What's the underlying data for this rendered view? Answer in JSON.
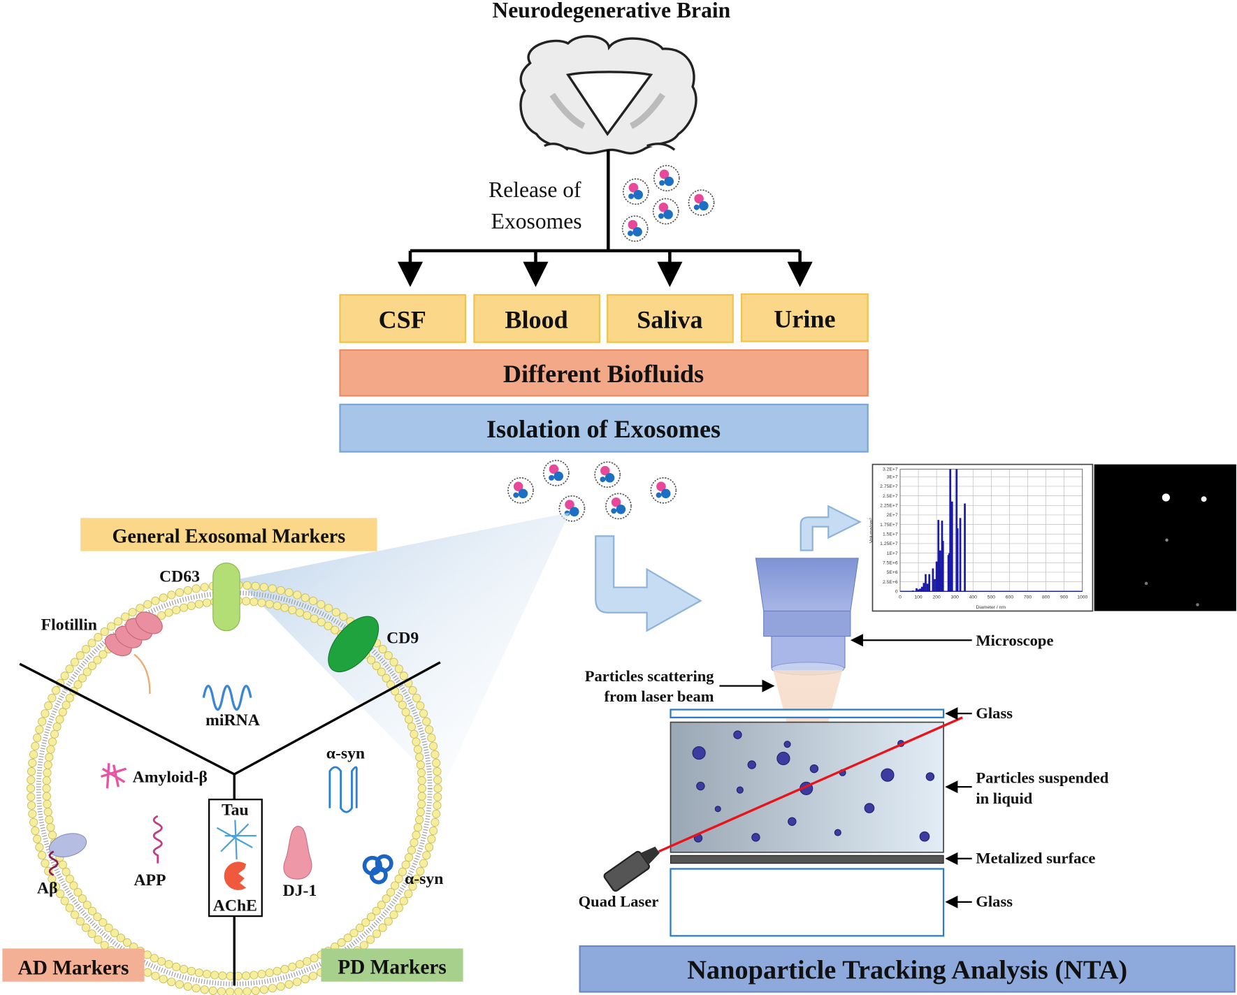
{
  "title": "Neurodegenerative Brain",
  "release_label": [
    "Release of",
    "Exosomes"
  ],
  "biofluids": [
    "CSF",
    "Blood",
    "Saliva",
    "Urine"
  ],
  "different_biofluids": "Different Biofluids",
  "isolation": "Isolation of Exosomes",
  "markers": {
    "general": "General Exosomal Markers",
    "ad": "AD Markers",
    "pd": "PD Markers",
    "labels": {
      "cd63": "CD63",
      "flotillin": "Flotillin",
      "cd9": "CD9",
      "mirna": "miRNA",
      "amyloid": "Amyloid-β",
      "app": "APP",
      "abeta": "Aβ",
      "tau": "Tau",
      "ache": "AChE",
      "dj1": "DJ-1",
      "asyn_inner": "α-syn",
      "asyn_membrane": "α-syn"
    }
  },
  "nta": {
    "title": "Nanoparticle Tracking Analysis (NTA)",
    "microscope": "Microscope",
    "scattering": [
      "Particles scattering",
      "from laser beam"
    ],
    "glass_top": "Glass",
    "suspended": [
      "Particles suspended",
      "in liquid"
    ],
    "metalized": "Metalized  surface",
    "glass_bottom": "Glass",
    "laser": "Quad Laser"
  },
  "colors": {
    "biofluid_box": "#fbd889",
    "biofluids_bar": "#f3a987",
    "isolation_bar": "#a6c5e9",
    "ad": "#f4b094",
    "pd": "#a8d08d",
    "laser": "#e8141a",
    "histogram": "#1a1aa6"
  },
  "chart_data": {
    "type": "bar",
    "xlabel": "Diameter / nm",
    "ylabel": "Volume/nm³",
    "xlim": [
      0,
      1000
    ],
    "ylim": [
      0,
      32000000
    ],
    "x_ticks": [
      "0",
      "100",
      "200",
      "300",
      "400",
      "500",
      "600",
      "700",
      "800",
      "900",
      "1000"
    ],
    "y_ticks": [
      "0",
      "2.5E+6",
      "5E+6",
      "7.5E+6",
      "1E+7",
      "1.25E+7",
      "1.5E+7",
      "1.75E+7",
      "2E+7",
      "2.25E+7",
      "2.5E+7",
      "2.75E+7",
      "3E+7",
      "3.2E+7"
    ],
    "grid": true,
    "x": [
      70,
      90,
      100,
      110,
      120,
      130,
      140,
      150,
      160,
      180,
      190,
      200,
      205,
      210,
      220,
      225,
      230,
      235,
      265,
      270,
      275,
      280,
      285,
      310,
      315,
      330,
      355
    ],
    "values": [
      200000,
      800000,
      500000,
      700000,
      1200000,
      2200000,
      4500000,
      2000000,
      4500000,
      6000000,
      3200000,
      7800000,
      4500000,
      18700000,
      10700000,
      6000000,
      18500000,
      13200000,
      9500000,
      10000000,
      32000000,
      23500000,
      23500000,
      32000000,
      16500000,
      19200000,
      23000000
    ]
  }
}
